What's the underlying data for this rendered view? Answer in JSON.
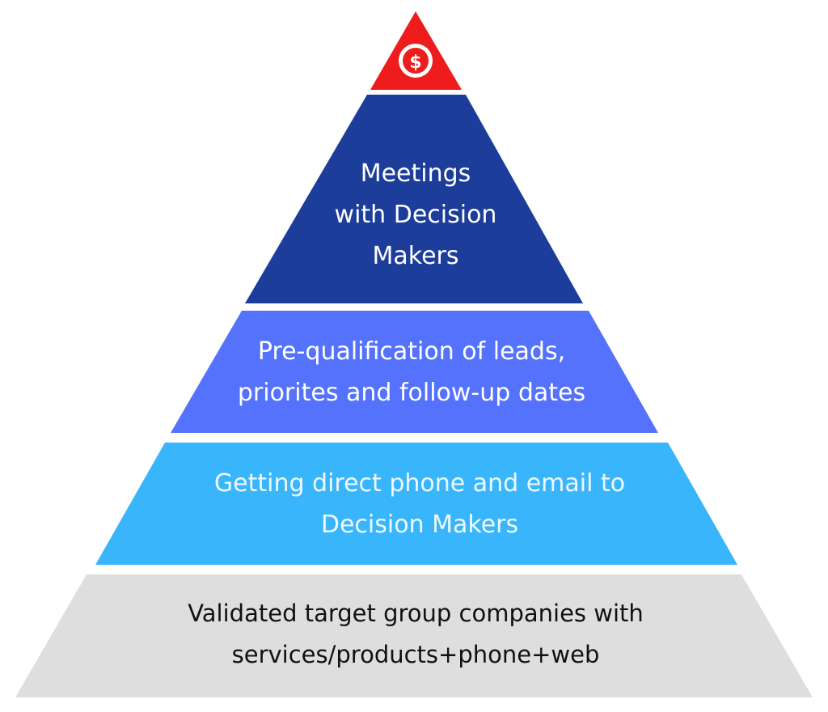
{
  "pyramid": {
    "top": {
      "icon": "dollar-coin-icon",
      "icon_symbol": "$",
      "color": "#ee1c1c"
    },
    "tiers": [
      {
        "lines": [
          "Meetings",
          "with Decision",
          "Makers"
        ],
        "color": "#1d3d9b",
        "text_color": "#ffffff"
      },
      {
        "lines": [
          "Pre-qualification of leads,",
          "priorites and follow-up dates"
        ],
        "color": "#5472fb",
        "text_color": "#ffffff"
      },
      {
        "lines": [
          "Getting direct phone and email to",
          "Decision Makers"
        ],
        "color": "#39b6fb",
        "text_color": "#eef9ff"
      },
      {
        "lines": [
          "Validated target group companies with",
          "services/products+phone+web"
        ],
        "color": "#dedede",
        "text_color": "#111111"
      }
    ]
  }
}
